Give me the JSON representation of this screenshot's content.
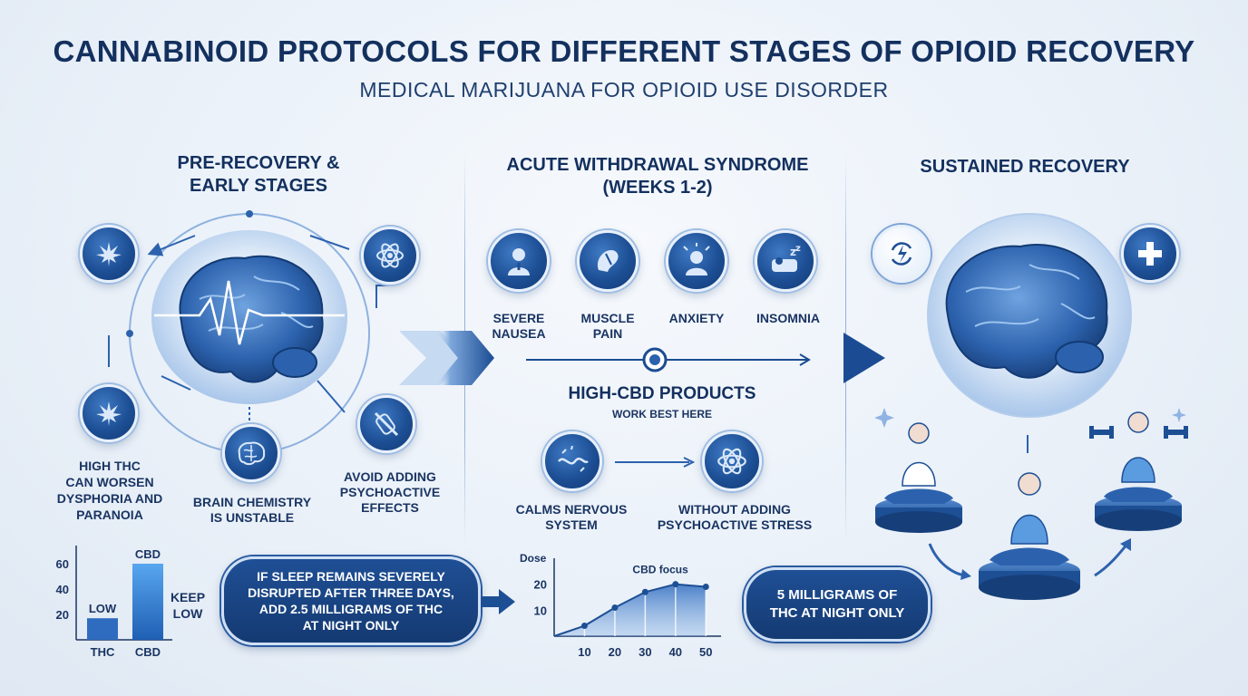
{
  "header": {
    "title": "CANNABINOID PROTOCOLS FOR DIFFERENT STAGES OF OPIOID RECOVERY",
    "subtitle": "MEDICAL MARIJUANA FOR OPIOID USE DISORDER"
  },
  "stage1": {
    "heading_line1": "PRE-RECOVERY &",
    "heading_line2": "EARLY STAGES",
    "label_thc_line1": "HIGH THC",
    "label_thc_line2": "CAN WORSEN",
    "label_thc_line3": "DYSPHORIA AND",
    "label_thc_line4": "PARANOIA",
    "label_brain_line1": "BRAIN CHEMISTRY",
    "label_brain_line2": "IS UNSTABLE",
    "label_avoid_line1": "AVOID ADDING",
    "label_avoid_line2": "PSYCHOACTIVE",
    "label_avoid_line3": "EFFECTS"
  },
  "stage2": {
    "heading_line1": "ACUTE WITHDRAWAL SYNDROME",
    "heading_line2": "(WEEKS 1-2)",
    "symptoms": [
      {
        "line1": "SEVERE",
        "line2": "NAUSEA"
      },
      {
        "line1": "MUSCLE",
        "line2": "PAIN"
      },
      {
        "line1": "ANXIETY",
        "line2": ""
      },
      {
        "line1": "INSOMNIA",
        "line2": ""
      }
    ],
    "cbd_heading": "HIGH-CBD PRODUCTS",
    "cbd_sub": "WORK BEST HERE",
    "calms_line1": "CALMS NERVOUS",
    "calms_line2": "SYSTEM",
    "without_line1": "WITHOUT ADDING",
    "without_line2": "PSYCHOACTIVE STRESS"
  },
  "stage3": {
    "heading": "SUSTAINED RECOVERY",
    "pill_line1": "5 MILLIGRAMS OF",
    "pill_line2": "THC AT NIGHT ONLY"
  },
  "sleep_pill": {
    "line1": "IF SLEEP REMAINS SEVERELY",
    "line2": "DISRUPTED AFTER THREE DAYS,",
    "line3": "ADD 2.5 MILLIGRAMS OF THC",
    "line4": "AT NIGHT ONLY"
  },
  "chart_data": [
    {
      "type": "bar",
      "categories": [
        "THC",
        "CBD"
      ],
      "values": [
        17,
        60
      ],
      "bar_labels": [
        "LOW",
        "CBD"
      ],
      "yticks": [
        20,
        40,
        60
      ],
      "ylim": [
        0,
        70
      ],
      "side_note_line1": "KEEP",
      "side_note_line2": "LOW",
      "colors": [
        "#2f6cc0",
        "#3c8fe0"
      ]
    },
    {
      "type": "area",
      "ylabel": "Dose",
      "annotation": "CBD focus",
      "x": [
        10,
        20,
        30,
        40,
        50
      ],
      "y": [
        4,
        11,
        17,
        20,
        19
      ],
      "xticks": [
        10,
        20,
        30,
        40,
        50
      ],
      "yticks": [
        10,
        20
      ],
      "xlim": [
        0,
        55
      ],
      "ylim": [
        0,
        30
      ],
      "color": "#2f6cc0"
    }
  ]
}
